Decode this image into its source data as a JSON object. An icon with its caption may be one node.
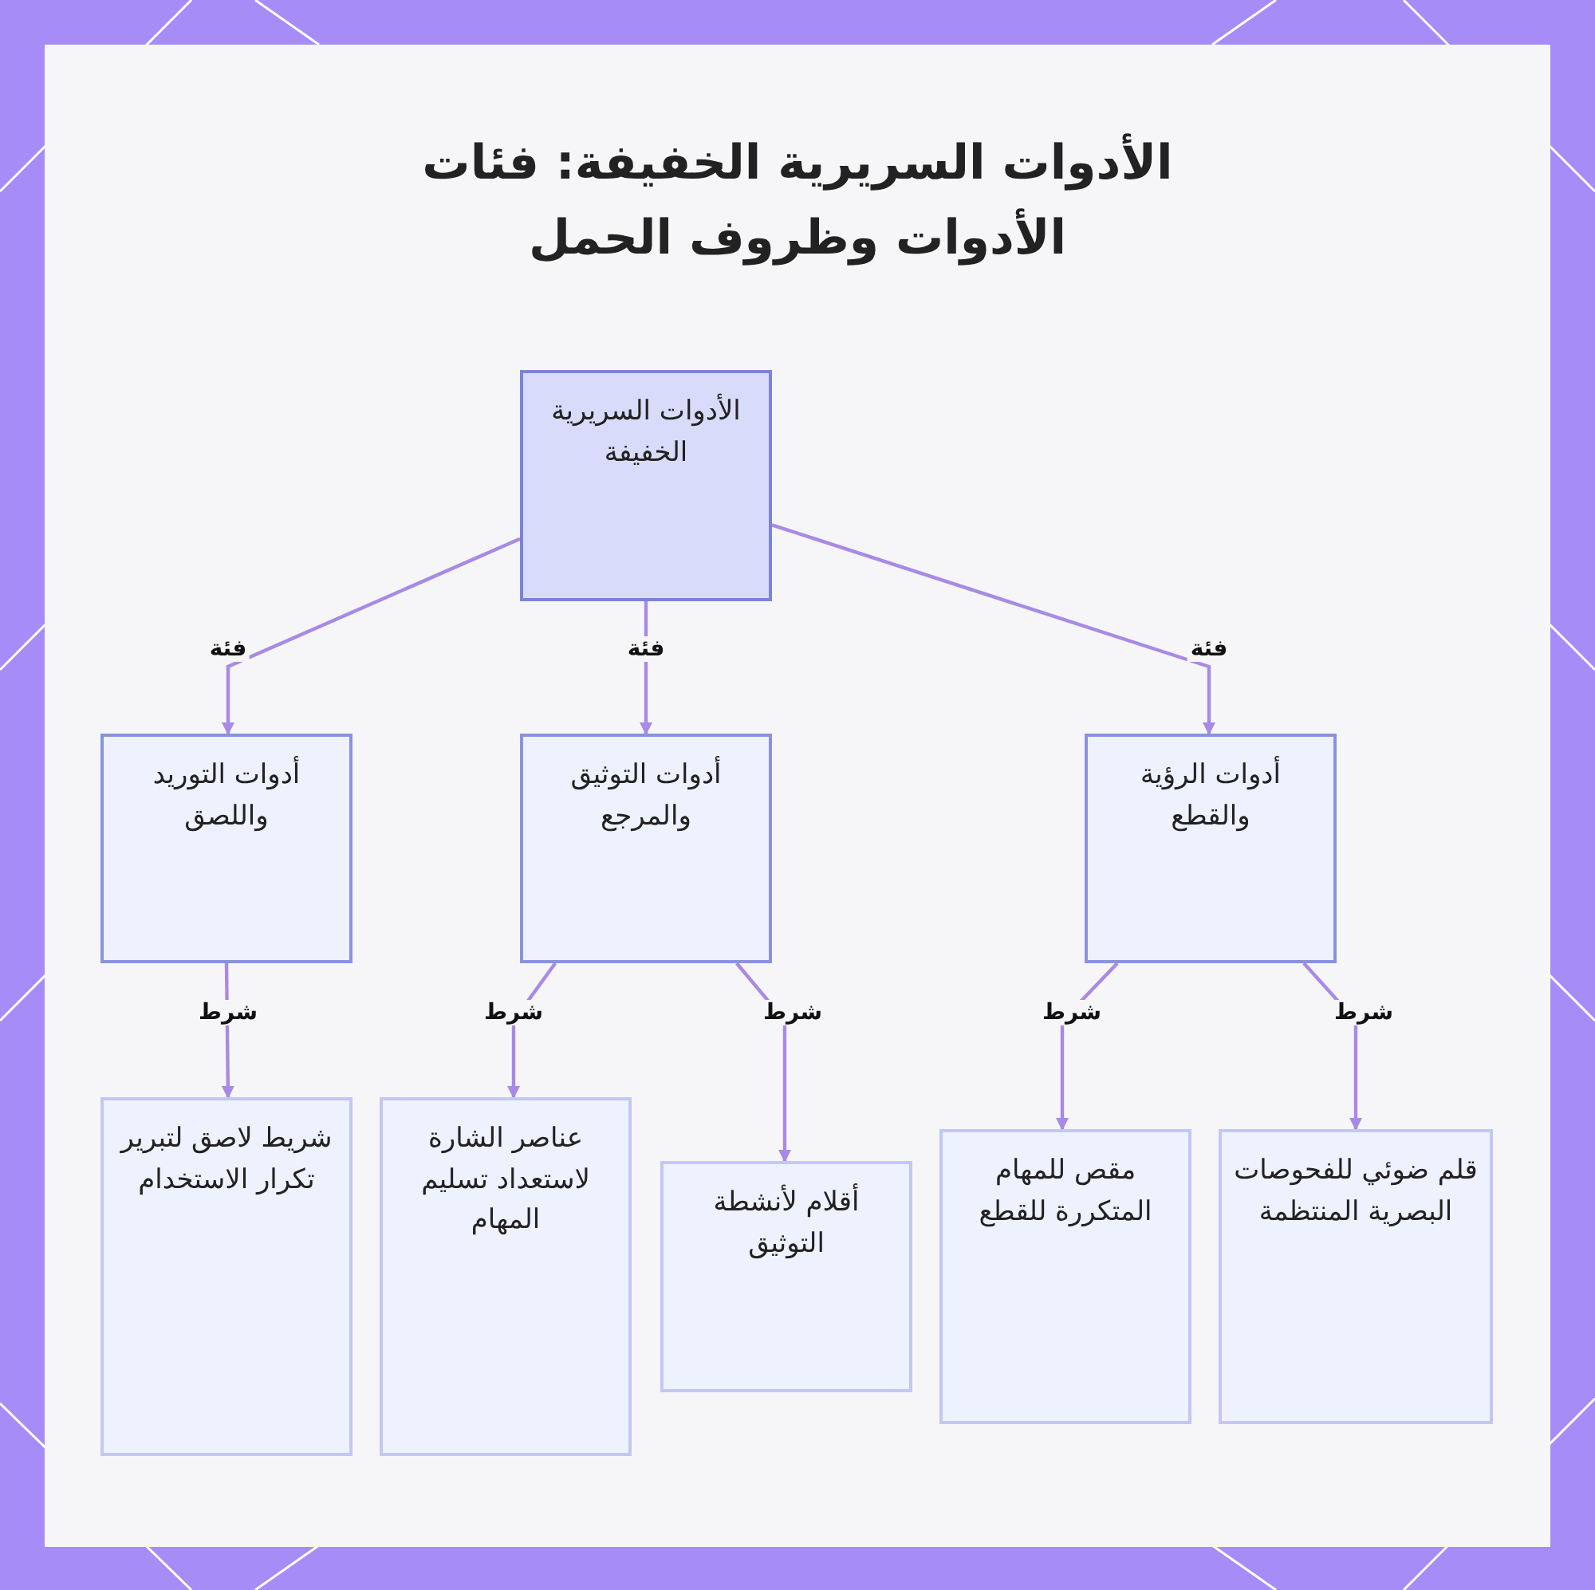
{
  "diagram": {
    "title": "الأدوات السريرية الخفيفة: فئات الأدوات وظروف الحمل",
    "nodes": [
      {
        "text": [
          "الأدوات السريرية الخفيفة"
        ]
      },
      {
        "text": [
          "أدوات الرؤية والقطع"
        ]
      },
      {
        "text": [
          "أدوات التوثيق والمرجع"
        ]
      },
      {
        "text": [
          "أدوات التوريد واللصق"
        ]
      },
      {
        "text": [
          "قلم ضوئي للفحوصات البصرية المنتظمة"
        ]
      },
      {
        "text": [
          "مقص للمهام المتكررة للقطع"
        ]
      },
      {
        "text": [
          "أقلام لأنشطة التوثيق"
        ]
      },
      {
        "text": [
          "عناصر الشارة لاستعداد تسليم المهام"
        ]
      },
      {
        "text": [
          "شريط لاصق لتبرير تكرار الاستخدام"
        ]
      }
    ],
    "edges": [
      {
        "from": 0,
        "to": 1,
        "arrow": "to",
        "label": "فئة"
      },
      {
        "from": 0,
        "to": 2,
        "arrow": "to",
        "label": "فئة"
      },
      {
        "from": 0,
        "to": 3,
        "arrow": "to",
        "label": "فئة"
      },
      {
        "from": 1,
        "to": 4,
        "arrow": "to",
        "label": "شرط"
      },
      {
        "from": 1,
        "to": 5,
        "arrow": "to",
        "label": "شرط"
      },
      {
        "from": 2,
        "to": 6,
        "arrow": "to",
        "label": "شرط"
      },
      {
        "from": 2,
        "to": 7,
        "arrow": "to",
        "label": "شرط"
      },
      {
        "from": 3,
        "to": 8,
        "arrow": "to",
        "label": "شرط"
      }
    ]
  }
}
